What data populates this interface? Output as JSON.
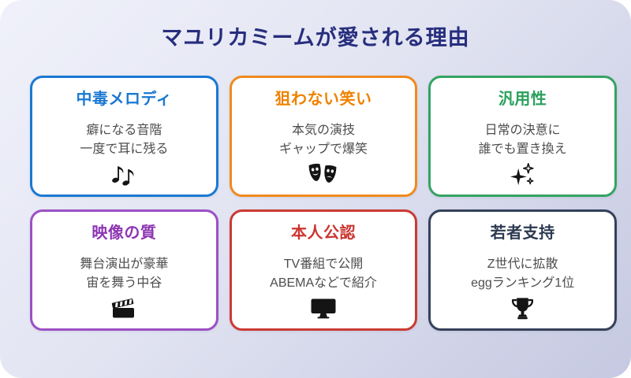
{
  "page": {
    "title": "マユリカミームが愛される理由",
    "title_color": "#272e7d",
    "canvas_background": "#ffffff",
    "panel_gradient": [
      "#f0f1fa",
      "#e2e4f2",
      "#c5c9e1"
    ]
  },
  "cards": [
    {
      "title": "中毒メロディ",
      "title_color": "#1a78d2",
      "border_color": "#1a78d2",
      "lines": [
        "癖になる音階",
        "一度で耳に残る"
      ],
      "icon": "music-notes-icon"
    },
    {
      "title": "狙わない笑い",
      "title_color": "#ef8200",
      "border_color": "#f08a1e",
      "lines": [
        "本気の演技",
        "ギャップで爆笑"
      ],
      "icon": "theater-masks-icon"
    },
    {
      "title": "汎用性",
      "title_color": "#2aa05c",
      "border_color": "#34a363",
      "lines": [
        "日常の決意に",
        "誰でも置き換え"
      ],
      "icon": "sparkles-icon"
    },
    {
      "title": "映像の質",
      "title_color": "#8d36b3",
      "border_color": "#9c50c4",
      "lines": [
        "舞台演出が豪華",
        "宙を舞う中谷"
      ],
      "icon": "clapperboard-icon"
    },
    {
      "title": "本人公認",
      "title_color": "#cb3530",
      "border_color": "#cb3a33",
      "lines": [
        "TV番組で公開",
        "ABEMAなどで紹介"
      ],
      "icon": "tv-icon"
    },
    {
      "title": "若者支持",
      "title_color": "#2c3a50",
      "border_color": "#35415a",
      "lines": [
        "Z世代に拡散",
        "eggランキング1位"
      ],
      "icon": "trophy-icon"
    }
  ]
}
